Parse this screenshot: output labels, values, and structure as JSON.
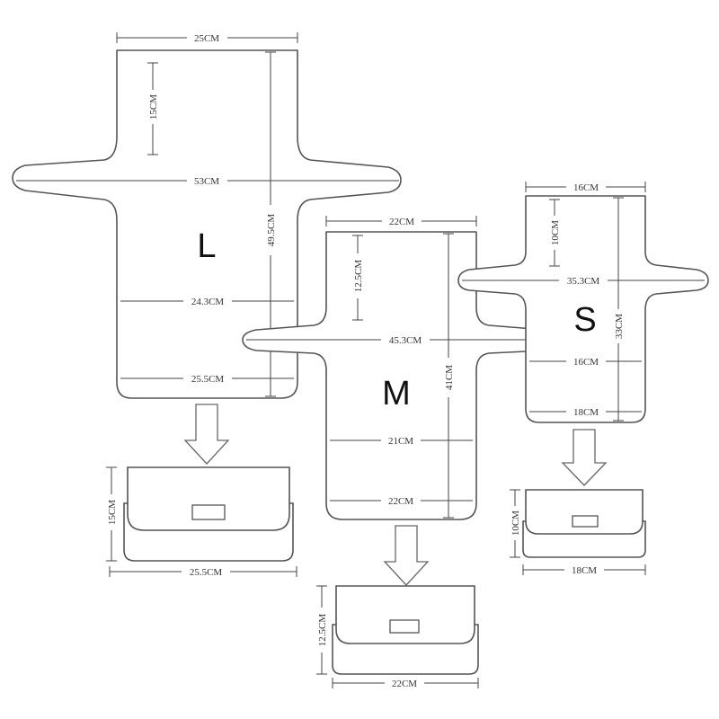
{
  "sizes": {
    "L": {
      "letter": "L",
      "top_width": "25CM",
      "neck_height": "15CM",
      "wing_span": "53CM",
      "body_width": "24.3CM",
      "bottom_width": "25.5CM",
      "total_height": "49.5CM",
      "bag_height": "15CM",
      "bag_width": "25.5CM"
    },
    "M": {
      "letter": "M",
      "top_width": "22CM",
      "neck_height": "12.5CM",
      "wing_span": "45.3CM",
      "body_width": "21CM",
      "bottom_width": "22CM",
      "total_height": "41CM",
      "bag_height": "12.5CM",
      "bag_width": "22CM"
    },
    "S": {
      "letter": "S",
      "top_width": "16CM",
      "neck_height": "10CM",
      "wing_span": "35.3CM",
      "body_width": "16CM",
      "bottom_width": "18CM",
      "total_height": "33CM",
      "bag_height": "10CM",
      "bag_width": "18CM"
    }
  }
}
